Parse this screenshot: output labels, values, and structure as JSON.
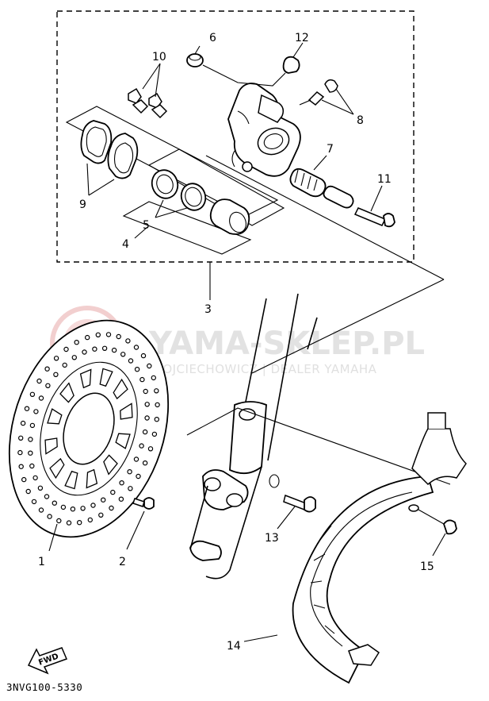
{
  "watermark": {
    "title": "YAMA-SKLEP.PL",
    "subtitle": "WOJCIECHOWICZ | DEALER YAMAHA"
  },
  "diagram_code": "3NVG100-5330",
  "fwd_label": "FWD",
  "callouts": {
    "c1": "1",
    "c2": "2",
    "c3": "3",
    "c4": "4",
    "c5": "5",
    "c6": "6",
    "c7": "7",
    "c8": "8",
    "c9": "9",
    "c10": "10",
    "c11": "11",
    "c12": "12",
    "c13": "13",
    "c14": "14",
    "c15": "15"
  },
  "colors": {
    "line": "#000000",
    "watermark": "#e0e0e0",
    "watermark_logo": "#f2c9c9"
  }
}
